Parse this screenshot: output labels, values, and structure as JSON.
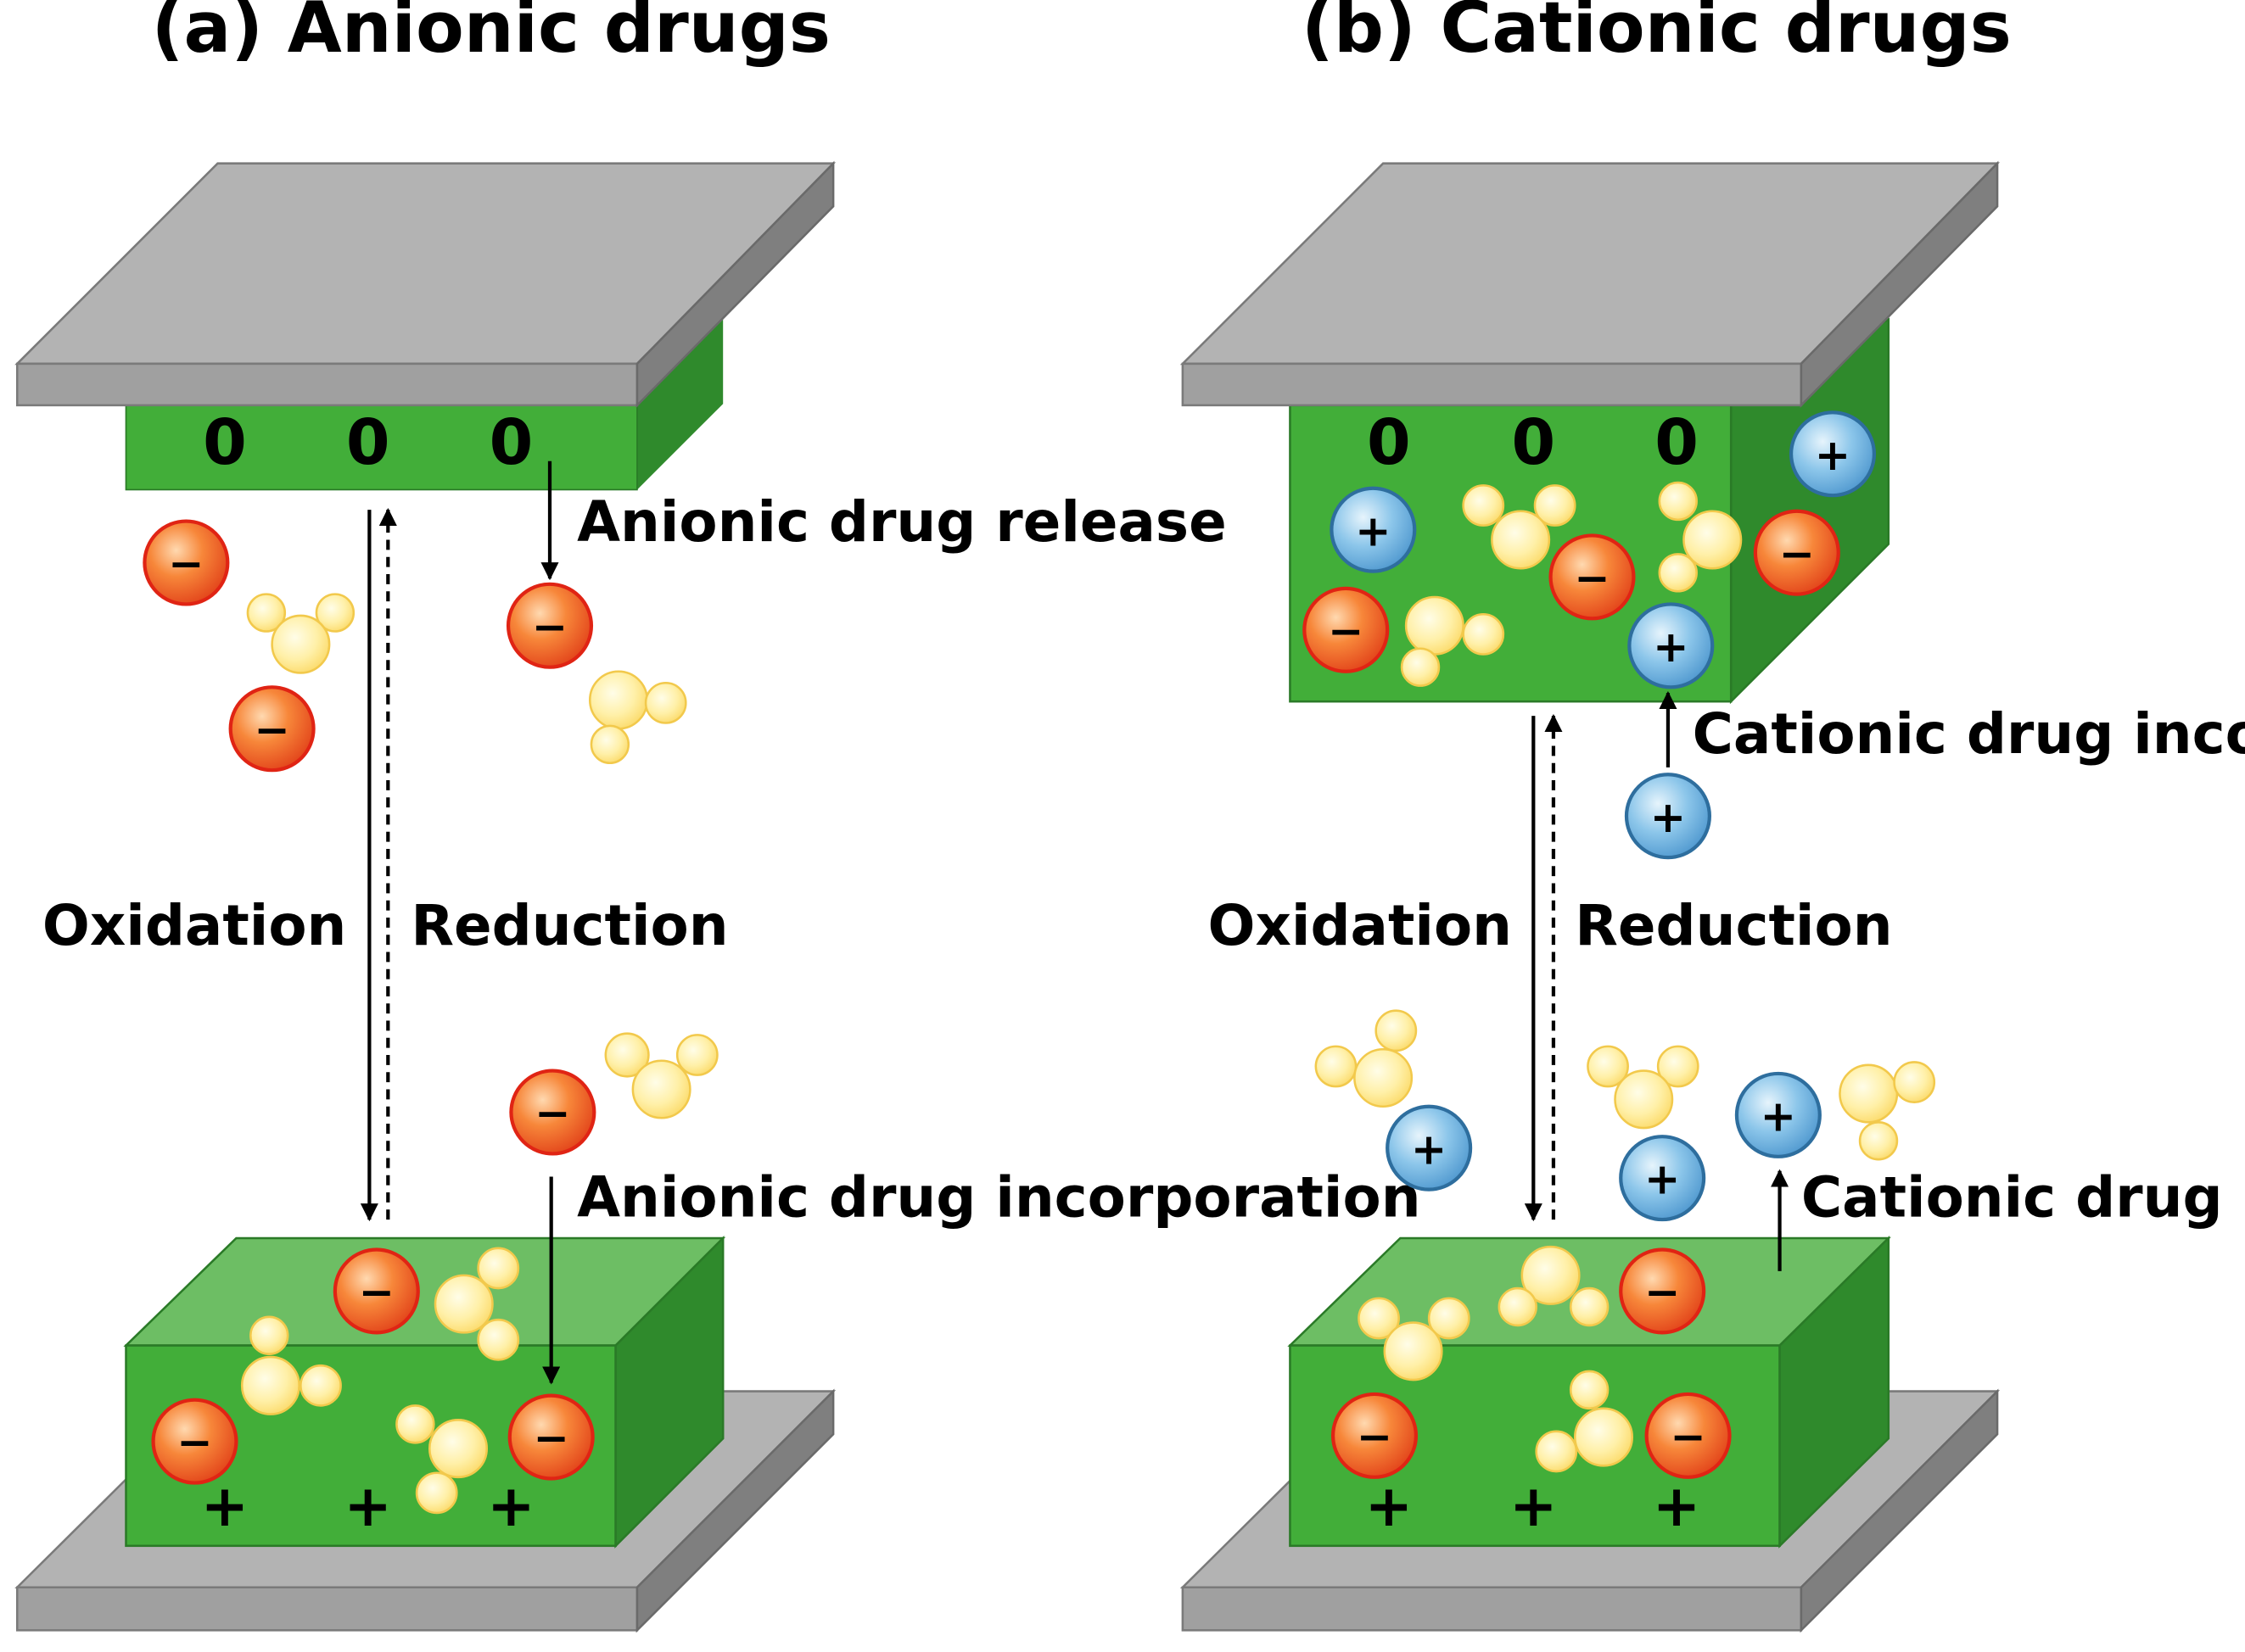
{
  "panels": [
    {
      "title": "(a) Anionic drugs",
      "top_charges": [
        "0",
        "0",
        "0"
      ],
      "bottom_charges": [
        "+",
        "+",
        "+"
      ],
      "release_label": "Anionic drug release",
      "incorporation_label": "Anionic drug incorporation",
      "oxidation_label": "Oxidation",
      "reduction_label": "Reduction"
    },
    {
      "title": "(b) Cationic drugs",
      "top_charges": [
        "0",
        "0",
        "0"
      ],
      "bottom_charges": [
        "+",
        "+",
        "+"
      ],
      "incorporation_label": "Cationic drug incorporation",
      "release_label": "Cationic drug release",
      "oxidation_label": "Oxidation",
      "reduction_label": "Reduction"
    }
  ],
  "ion_signs": {
    "anion": "−",
    "cation": "+"
  },
  "colors": {
    "electrode_top": "#b3b3b3",
    "electrode_front": "#a0a0a0",
    "electrode_side": "#7f7f7f",
    "polymer_front": "#42ae39",
    "polymer_top": "#6dbe64",
    "polymer_side": "#2f8a2c",
    "anion": "#f26b2a",
    "anion_stroke": "#e02414",
    "cation": "#5ca8d8",
    "cation_stroke": "#2e6e9e",
    "counterion": "#fde98a",
    "counterion_stroke": "#f2c94c"
  }
}
